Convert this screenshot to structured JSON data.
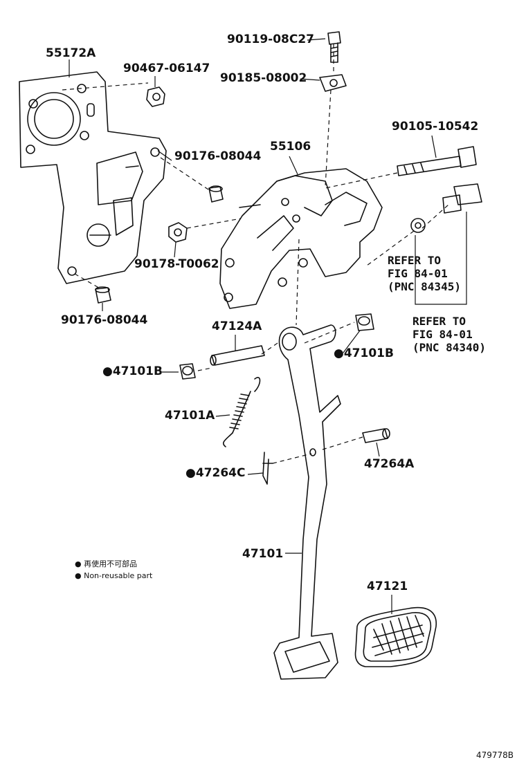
{
  "parts": {
    "p55172A": "55172A",
    "p90467": "90467-06147",
    "p90119": "90119-08C27",
    "p90185": "90185-08002",
    "p90105": "90105-10542",
    "p55106": "55106",
    "p90176_upper": "90176-08044",
    "p90178": "90178-T0062",
    "p90176_lower": "90176-08044",
    "p47124A": "47124A",
    "p47101B_left": "●47101B",
    "p47101B_right": "●47101B",
    "p47101A": "47101A",
    "p47264C": "●47264C",
    "p47264A": "47264A",
    "p47101": "47101",
    "p47121": "47121"
  },
  "refs": {
    "ref1": [
      "REFER TO",
      "FIG 84-01",
      "(PNC 84345)"
    ],
    "ref2": [
      "REFER TO",
      "FIG 84-01",
      "(PNC 84340)"
    ]
  },
  "legend": {
    "jp": "● 再使用不可部品",
    "en": "● Non-reusable part"
  },
  "figure_id": "479778B"
}
